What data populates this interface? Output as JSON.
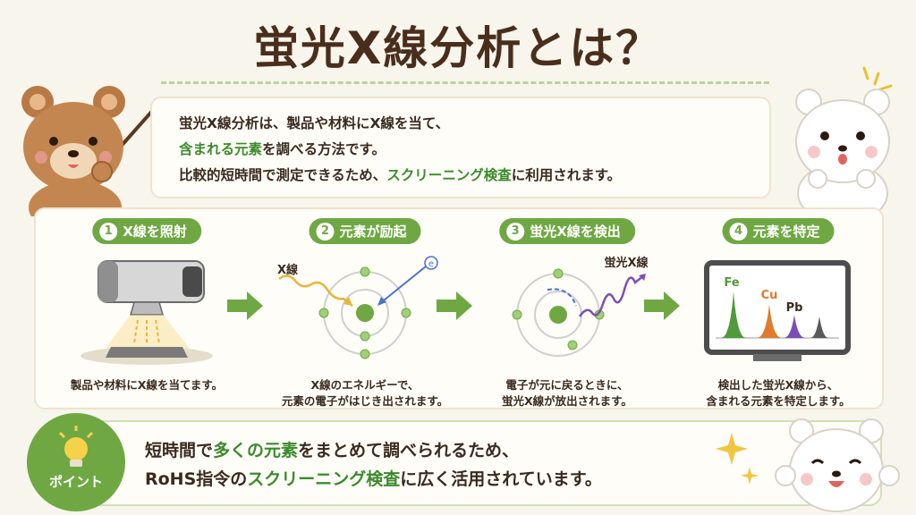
{
  "title": "蛍光X線分析とは？",
  "intro": {
    "line1": "蛍光X線分析は、製品や材料にX線を当て、",
    "line2_hl": "含まれる元素",
    "line2_rest": "を調べる方法です。",
    "line3_a": "比較的短時間で測定できるため、",
    "line3_hl": "スクリーニング検査",
    "line3_b": "に利用されます。"
  },
  "steps": [
    {
      "num": "1",
      "label": "X線を照射",
      "caption1": "製品や材料にX線を当てます。",
      "caption2": ""
    },
    {
      "num": "2",
      "label": "元素が励起",
      "caption1": "X線のエネルギーで、",
      "caption2": "元素の電子がはじき出されます。",
      "xray_label": "X線",
      "electron_symbol": "e"
    },
    {
      "num": "3",
      "label": "蛍光X線を検出",
      "caption1": "電子が元に戻るときに、",
      "caption2": "蛍光X線が放出されます。",
      "fluor_label": "蛍光X線"
    },
    {
      "num": "4",
      "label": "元素を特定",
      "caption1": "検出した蛍光X線から、",
      "caption2": "含まれる元素を特定します。",
      "elements": [
        "Fe",
        "Cu",
        "Pb"
      ]
    }
  ],
  "point": {
    "badge": "ポイント",
    "line1_a": "短時間で",
    "line1_hl": "多くの元素",
    "line1_b": "をまとめて調べられるため、",
    "line2_a": "RoHS指令の",
    "line2_hl": "スクリーニング検査",
    "line2_b": "に広く活用されています。"
  },
  "colors": {
    "green": "#6fa843",
    "brown": "#4a2e1c",
    "fe": "#4f9a3a",
    "cu": "#e07b2e",
    "pb": "#7b4fb8"
  },
  "icons": [
    "bear-pointer-icon",
    "polar-bear-surprised-icon",
    "polar-bear-cheer-icon",
    "lightbulb-icon",
    "sparkle-icon"
  ]
}
